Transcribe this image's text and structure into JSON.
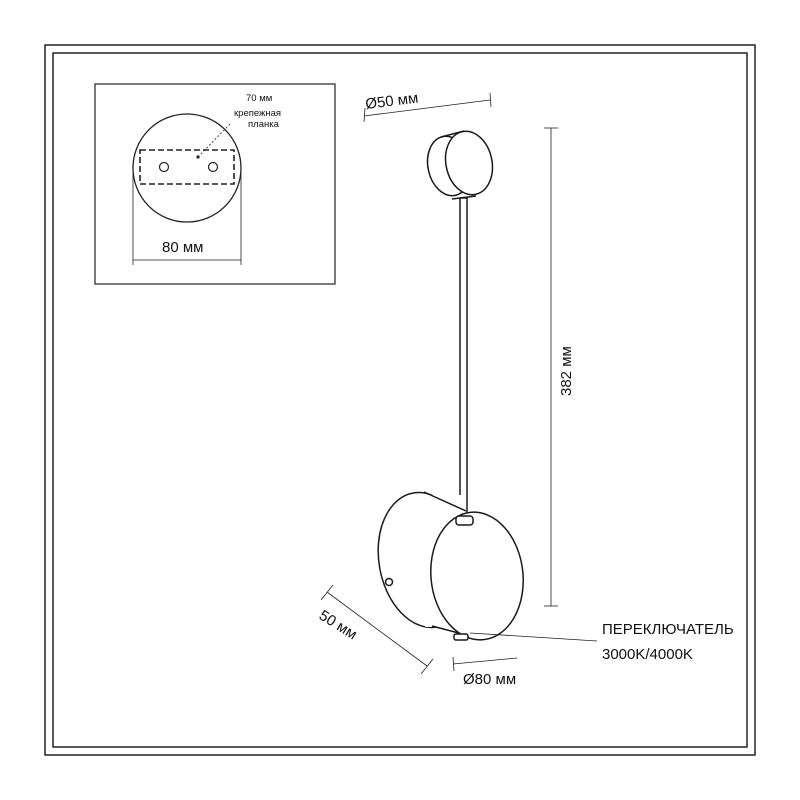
{
  "inset": {
    "top_dimension": "70 мм",
    "plate_label_line1": "крепежная",
    "plate_label_line2": "планка",
    "width_dimension": "80 мм"
  },
  "dimensions": {
    "top_diameter": "Ø50 мм",
    "height": "382 мм",
    "depth": "50 мм",
    "bottom_diameter": "Ø80 мм"
  },
  "switch_label": {
    "line1": "ПЕРЕКЛЮЧАТЕЛЬ",
    "line2": "3000K/4000K"
  },
  "colors": {
    "line": "#1a1a1a",
    "frame": "#222222",
    "background": "#ffffff"
  }
}
